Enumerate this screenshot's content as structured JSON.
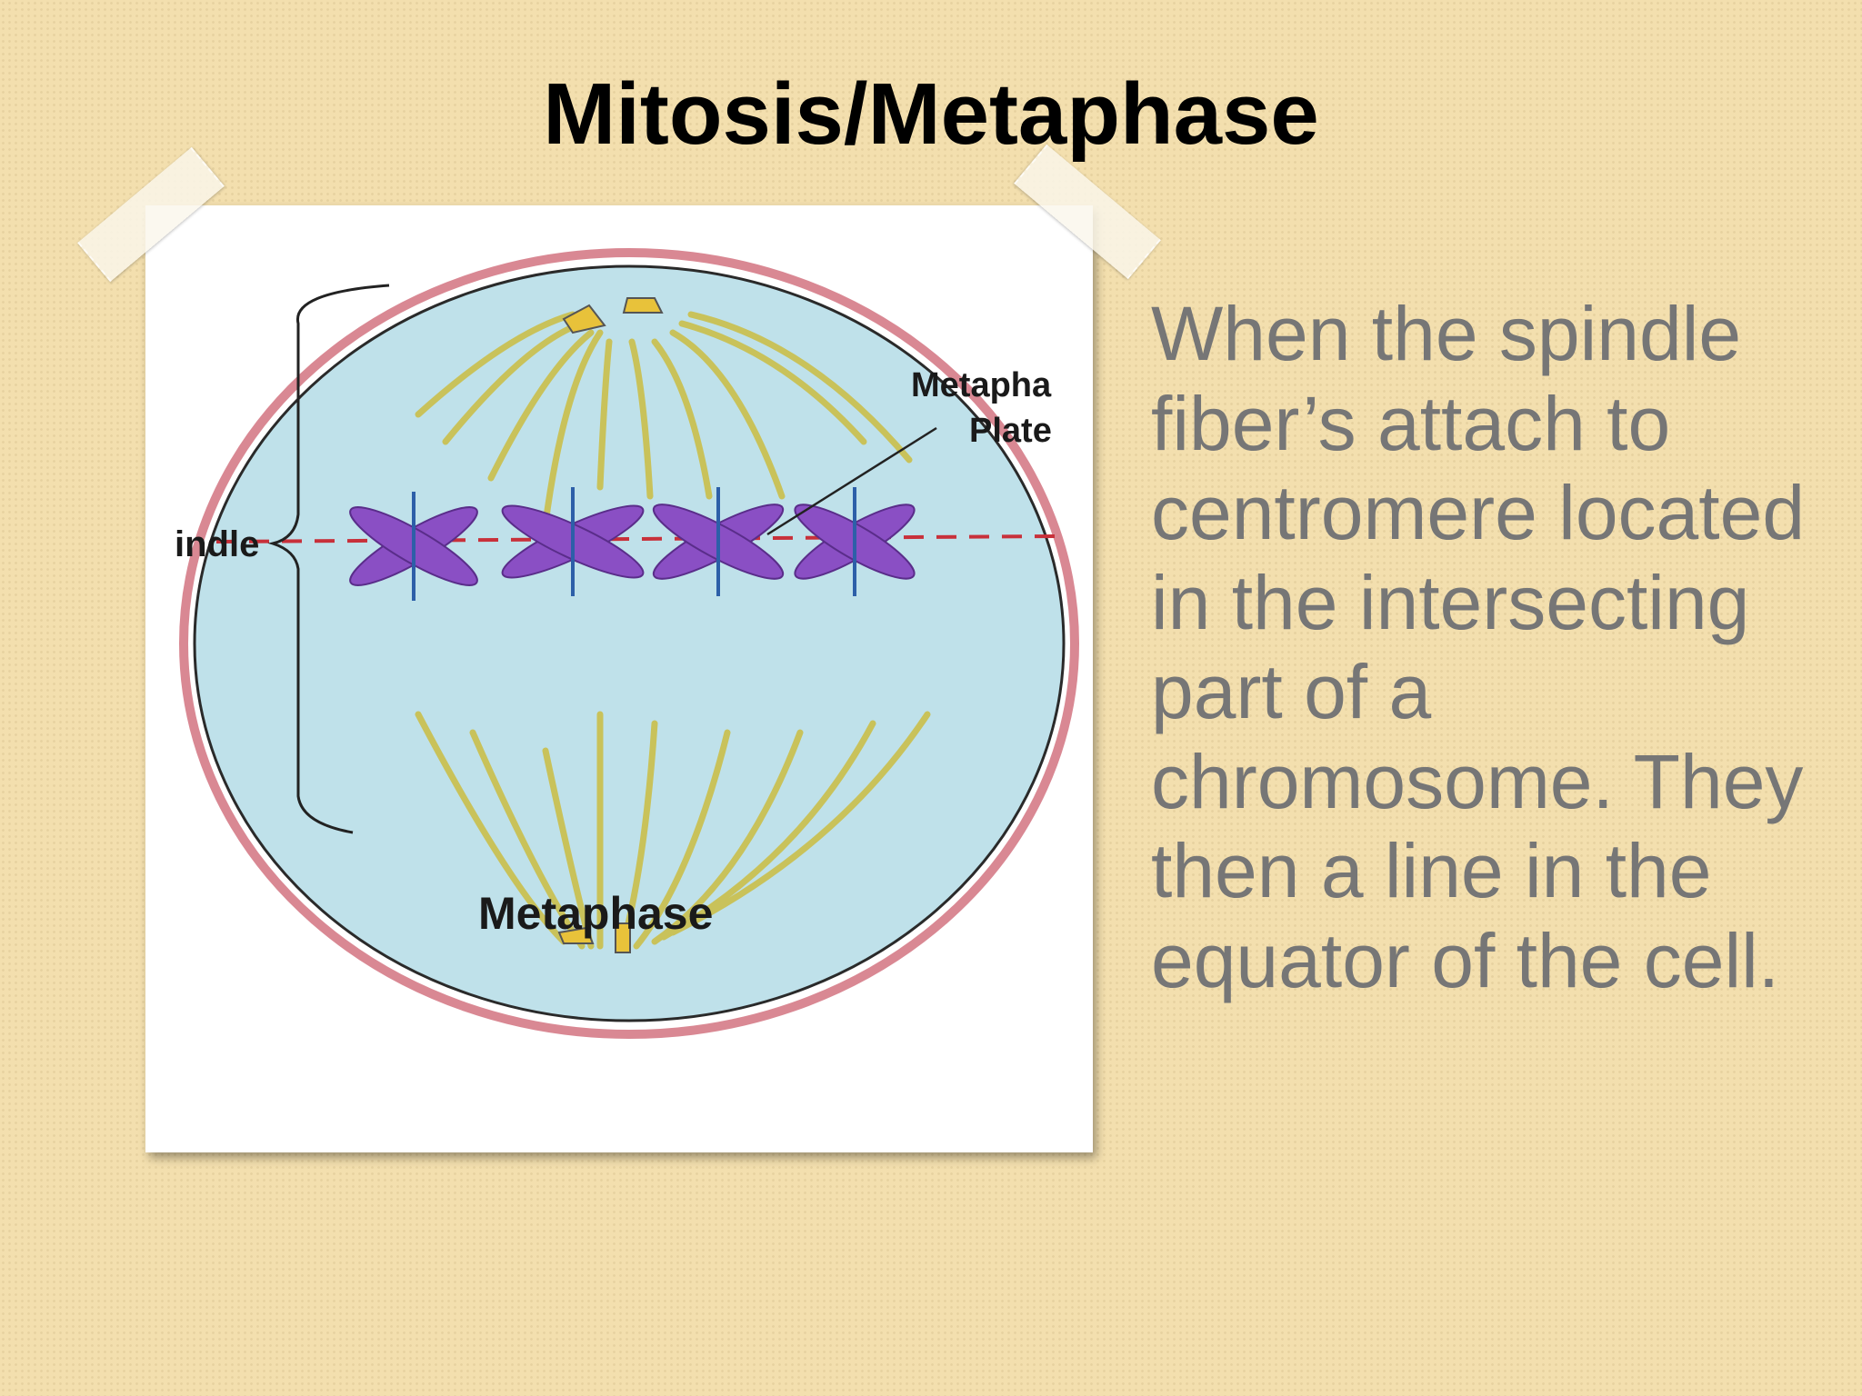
{
  "slide": {
    "title": "Mitosis/Metaphase",
    "body_text": "When the spindle fiber’s attach to centromere located in the intersecting part of a chromosome. They then a line in the equator of the cell."
  },
  "diagram": {
    "caption": "Metaphase",
    "label_spindle": "indle",
    "label_plate_line1": "Metapha",
    "label_plate_line2": "Plate"
  },
  "colors": {
    "background": "#f3dfae",
    "cell_fill": "#bfe1ea",
    "cell_membrane": "#d98893",
    "chromosome": "#8a4fc4",
    "spindle_fiber": "#c9c25a",
    "centriole": "#e8c23a",
    "metaphase_plate": "#c8303a",
    "body_text": "#767676"
  }
}
